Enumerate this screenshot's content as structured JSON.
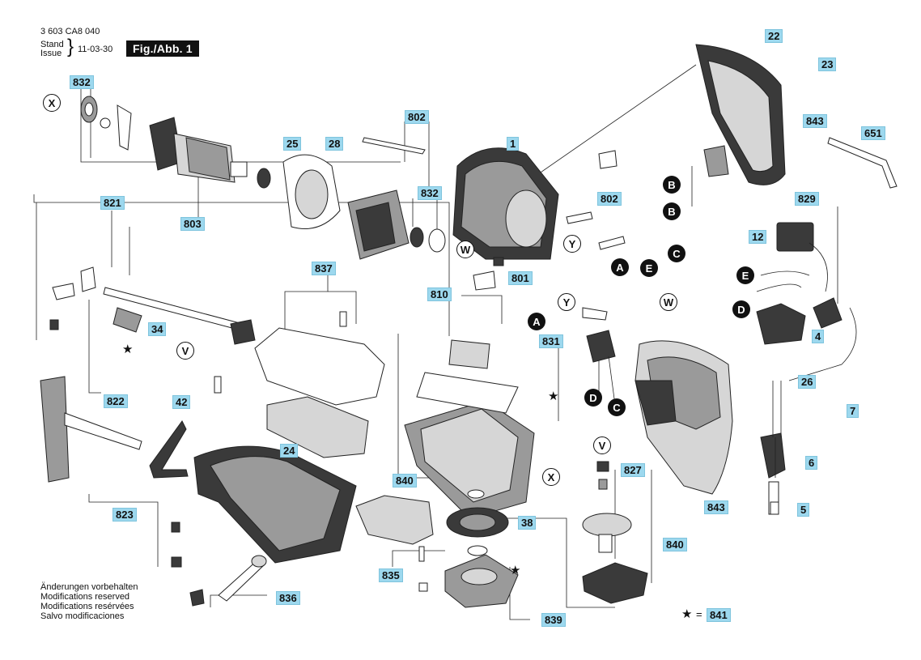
{
  "header": {
    "doc_number": "3 603 CA8 040",
    "stand_label": "Stand",
    "issue_label": "Issue",
    "date": "11-03-30",
    "figure": "Fig./Abb. 1"
  },
  "footer_notes": [
    "Änderungen vorbehalten",
    "Modifications reserved",
    "Modifications resérvées",
    "Salvo modificaciones"
  ],
  "legend": {
    "symbol": "★",
    "equals": "=",
    "part": "841"
  },
  "part_labels": [
    {
      "id": "832a",
      "text": "832"
    },
    {
      "id": "802a",
      "text": "802"
    },
    {
      "id": "1",
      "text": "1"
    },
    {
      "id": "22",
      "text": "22"
    },
    {
      "id": "23",
      "text": "23"
    },
    {
      "id": "843a",
      "text": "843"
    },
    {
      "id": "651",
      "text": "651"
    },
    {
      "id": "25",
      "text": "25"
    },
    {
      "id": "28",
      "text": "28"
    },
    {
      "id": "832b",
      "text": "832"
    },
    {
      "id": "802b",
      "text": "802"
    },
    {
      "id": "829",
      "text": "829"
    },
    {
      "id": "821",
      "text": "821"
    },
    {
      "id": "803",
      "text": "803"
    },
    {
      "id": "12",
      "text": "12"
    },
    {
      "id": "837",
      "text": "837"
    },
    {
      "id": "801",
      "text": "801"
    },
    {
      "id": "810",
      "text": "810"
    },
    {
      "id": "34",
      "text": "34"
    },
    {
      "id": "831",
      "text": "831"
    },
    {
      "id": "4",
      "text": "4"
    },
    {
      "id": "822",
      "text": "822"
    },
    {
      "id": "26",
      "text": "26"
    },
    {
      "id": "7",
      "text": "7"
    },
    {
      "id": "42",
      "text": "42"
    },
    {
      "id": "24",
      "text": "24"
    },
    {
      "id": "827",
      "text": "827"
    },
    {
      "id": "6",
      "text": "6"
    },
    {
      "id": "840a",
      "text": "840"
    },
    {
      "id": "823",
      "text": "823"
    },
    {
      "id": "38",
      "text": "38"
    },
    {
      "id": "840b",
      "text": "840"
    },
    {
      "id": "843b",
      "text": "843"
    },
    {
      "id": "5",
      "text": "5"
    },
    {
      "id": "835",
      "text": "835"
    },
    {
      "id": "836",
      "text": "836"
    },
    {
      "id": "839",
      "text": "839"
    },
    {
      "id": "841",
      "text": "841"
    }
  ],
  "markers": [
    {
      "id": "X1",
      "text": "X",
      "style": "open"
    },
    {
      "id": "W1",
      "text": "W",
      "style": "open"
    },
    {
      "id": "Y1",
      "text": "Y",
      "style": "open"
    },
    {
      "id": "V1",
      "text": "V",
      "style": "open"
    },
    {
      "id": "Y2",
      "text": "Y",
      "style": "open"
    },
    {
      "id": "W2",
      "text": "W",
      "style": "open"
    },
    {
      "id": "X2",
      "text": "X",
      "style": "open"
    },
    {
      "id": "V2",
      "text": "V",
      "style": "open"
    },
    {
      "id": "B1",
      "text": "B",
      "style": "filled"
    },
    {
      "id": "B2",
      "text": "B",
      "style": "filled"
    },
    {
      "id": "C1",
      "text": "C",
      "style": "filled"
    },
    {
      "id": "E1",
      "text": "E",
      "style": "filled"
    },
    {
      "id": "A1",
      "text": "A",
      "style": "filled"
    },
    {
      "id": "A2",
      "text": "A",
      "style": "filled"
    },
    {
      "id": "E2",
      "text": "E",
      "style": "filled"
    },
    {
      "id": "D1",
      "text": "D",
      "style": "filled"
    },
    {
      "id": "D2",
      "text": "D",
      "style": "filled"
    },
    {
      "id": "C2",
      "text": "C",
      "style": "filled"
    }
  ],
  "colors": {
    "label_bg": "#9dd8ee",
    "ink": "#111111"
  }
}
